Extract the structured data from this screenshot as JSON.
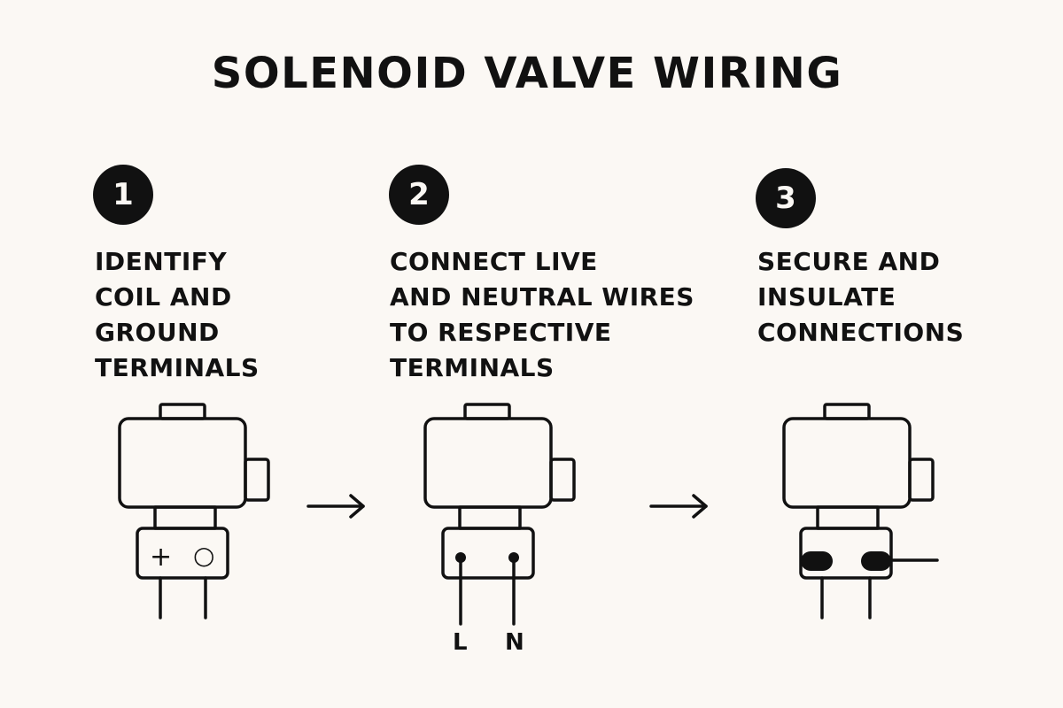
{
  "title": "SOLENOID VALVE WIRING",
  "steps": [
    {
      "number": "1",
      "lines": [
        "IDENTIFY",
        "COIL AND",
        "GROUND",
        "TERMINALS"
      ]
    },
    {
      "number": "2",
      "lines": [
        "CONNECT LIVE",
        "AND NEUTRAL WIRES",
        "TO RESPECTIVE",
        "TERMINALS"
      ]
    },
    {
      "number": "3",
      "lines": [
        "SECURE AND",
        "INSULATE",
        "CONNECTIONS"
      ]
    }
  ],
  "terminal_symbols": {
    "plus": "+",
    "ground": "○"
  },
  "wire_labels": {
    "live": "L",
    "neutral": "N"
  },
  "icons": [
    "solenoid-valve-icon",
    "arrow-right-icon"
  ],
  "colors": {
    "background": "#fbf8f4",
    "ink": "#111111"
  }
}
